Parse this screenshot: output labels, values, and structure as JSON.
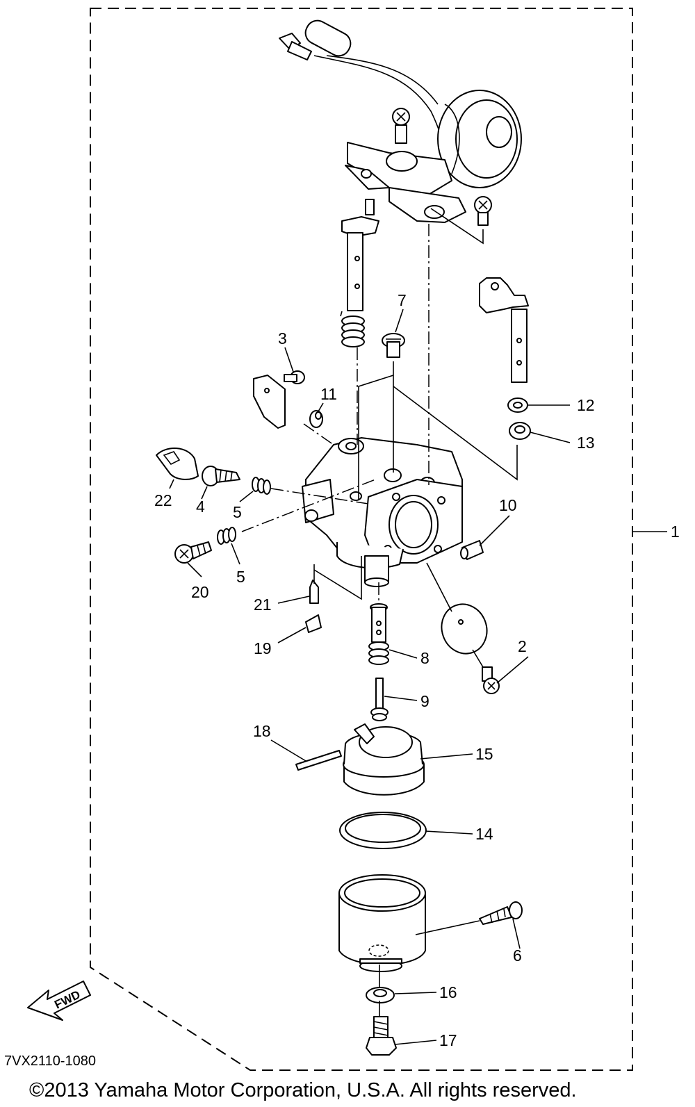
{
  "assembly_label": "1",
  "parts": [
    {
      "id": "callout-1",
      "label": "1"
    },
    {
      "id": "callout-2",
      "label": "2"
    },
    {
      "id": "callout-3",
      "label": "3"
    },
    {
      "id": "callout-4",
      "label": "4"
    },
    {
      "id": "callout-5a",
      "label": "5"
    },
    {
      "id": "callout-5b",
      "label": "5"
    },
    {
      "id": "callout-6",
      "label": "6"
    },
    {
      "id": "callout-7",
      "label": "7"
    },
    {
      "id": "callout-8",
      "label": "8"
    },
    {
      "id": "callout-9",
      "label": "9"
    },
    {
      "id": "callout-10",
      "label": "10"
    },
    {
      "id": "callout-11",
      "label": "11"
    },
    {
      "id": "callout-12",
      "label": "12"
    },
    {
      "id": "callout-13",
      "label": "13"
    },
    {
      "id": "callout-14",
      "label": "14"
    },
    {
      "id": "callout-15",
      "label": "15"
    },
    {
      "id": "callout-16",
      "label": "16"
    },
    {
      "id": "callout-17",
      "label": "17"
    },
    {
      "id": "callout-18",
      "label": "18"
    },
    {
      "id": "callout-19",
      "label": "19"
    },
    {
      "id": "callout-20",
      "label": "20"
    },
    {
      "id": "callout-21",
      "label": "21"
    },
    {
      "id": "callout-22",
      "label": "22"
    }
  ],
  "direction_arrow": "FWD",
  "drawing_code": "7VX2110-1080",
  "copyright": "©2013 Yamaha Motor Corporation, U.S.A. All rights reserved."
}
